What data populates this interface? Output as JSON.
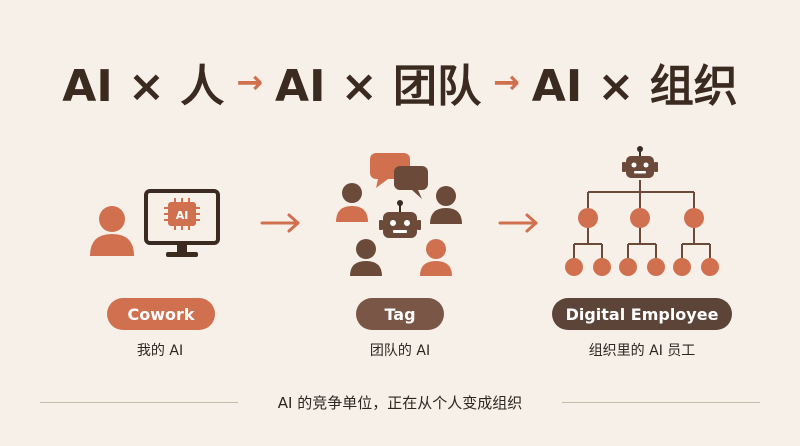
{
  "title": {
    "parts": [
      "AI × 人",
      "AI × 团队",
      "AI × 组织"
    ],
    "arrow": "→"
  },
  "stages": [
    {
      "badge": "Cowork",
      "caption": "我的 AI",
      "color": "#d0704f"
    },
    {
      "badge": "Tag",
      "caption": "团队的 AI",
      "color": "#7a5646"
    },
    {
      "badge": "Digital Employee",
      "caption": "组织里的 AI 员工",
      "color": "#5c4538"
    }
  ],
  "monitor_chip_label": "AI",
  "footer": "AI 的竞争单位，正在从个人变成组织",
  "colors": {
    "accent": "#d0704f",
    "brown": "#6b4a3a",
    "dark": "#3b2a20",
    "background": "#f6f0e8"
  }
}
